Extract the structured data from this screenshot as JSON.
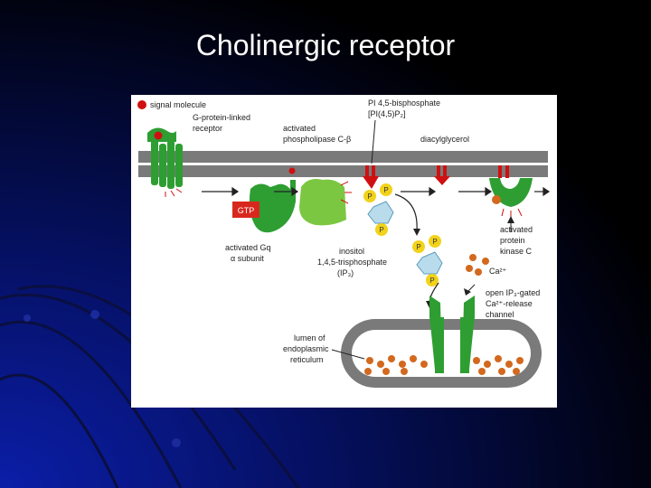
{
  "slide": {
    "title": "Cholinergic receptor"
  },
  "figure": {
    "labels": {
      "signal_molecule": "signal molecule",
      "receptor": [
        "G-protein-linked",
        "receptor"
      ],
      "plc": [
        "activated",
        "phospholipase C-β"
      ],
      "pip2": [
        "PI 4,5-bisphosphate",
        "[PI(4,5)P₂]"
      ],
      "dag": "diacylglycerol",
      "gtp": "GTP",
      "gq": [
        "activated Gq",
        "α subunit"
      ],
      "ip3": [
        "inositol",
        "1,4,5-trisphosphate",
        "(IP₃)"
      ],
      "pkc": [
        "activated",
        "protein",
        "kinase C"
      ],
      "ca": "Ca²⁺",
      "channel": [
        "open IP₃-gated",
        "Ca²⁺-release",
        "channel"
      ],
      "er": [
        "lumen of",
        "endoplasmic",
        "reticulum"
      ],
      "phosphate": "P"
    }
  },
  "colors": {
    "protein_green": "#2e9e32",
    "light_green": "#7cc742",
    "membrane": "#7a7a7a",
    "calcium": "#d2691e",
    "lipid_red": "#d01010",
    "phosphate": "#f2d21a",
    "inositol": "#b9dcec"
  }
}
